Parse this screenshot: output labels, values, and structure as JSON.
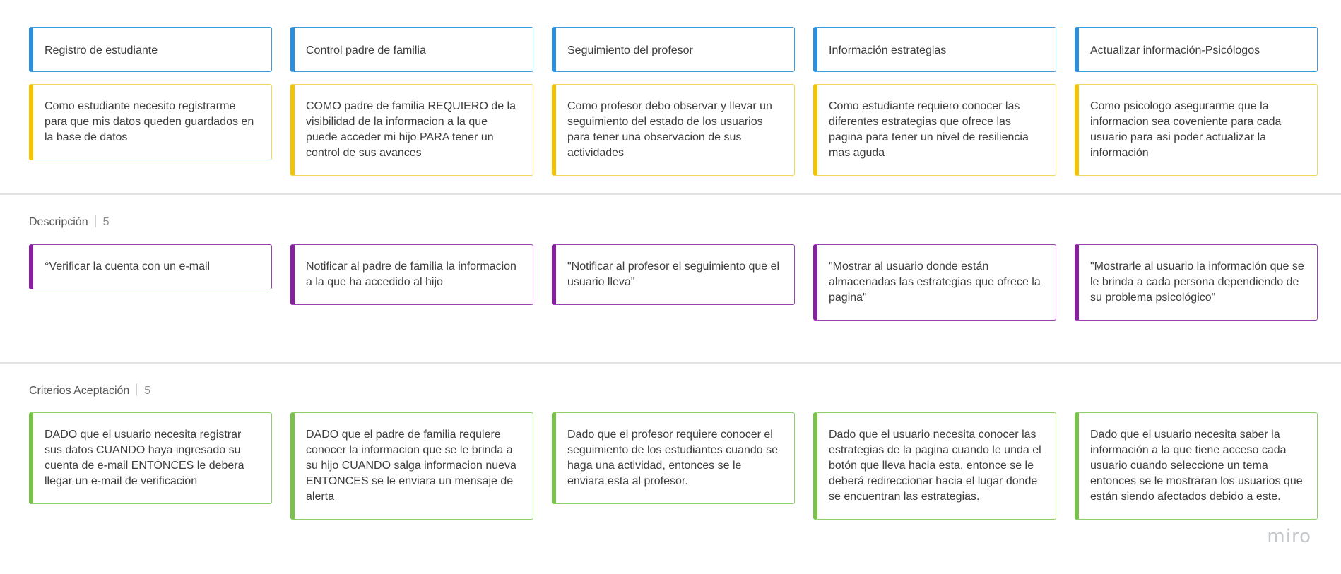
{
  "headers": [
    "Registro de estudiante",
    "Control padre de familia",
    "Seguimiento del profesor",
    "Información estrategias",
    "Actualizar información-Psicólogos"
  ],
  "stories": [
    "Como estudiante necesito registrarme para que mis datos queden guardados en la base de datos",
    "COMO padre de familia REQUIERO de la visibilidad de la informacion a la que puede acceder mi hijo PARA tener un control de sus avances",
    "Como profesor debo observar y llevar un seguimiento del estado de los usuarios para tener una observacion de sus actividades",
    "Como estudiante requiero conocer las diferentes estrategias que ofrece las pagina para tener un nivel de resiliencia mas aguda",
    "Como psicologo asegurarme que la informacion sea coveniente para cada usuario para asi poder actualizar la información"
  ],
  "description": {
    "label": "Descripción",
    "count": "5",
    "items": [
      "°Verificar la cuenta con un e-mail",
      "Notificar al padre de familia la informacion a la que ha accedido al hijo",
      "\"Notificar al profesor el seguimiento que el usuario lleva\"",
      "\"Mostrar al usuario donde están almacenadas las estrategias que ofrece la pagina\"",
      "\"Mostrarle al usuario la información que se le brinda a cada persona dependiendo de su problema psicológico\""
    ]
  },
  "criteria": {
    "label": "Criterios Aceptación",
    "count": "5",
    "items": [
      "DADO que el usuario necesita registrar sus datos CUANDO haya ingresado su cuenta de e-mail ENTONCES le debera llegar un e-mail de verificacion",
      "DADO que el padre de familia requiere conocer la informacion que se le brinda a su hijo CUANDO salga informacion nueva ENTONCES se le enviara un mensaje de alerta",
      "Dado que el profesor requiere conocer el seguimiento de los estudiantes cuando se haga una actividad, entonces se le enviara esta al profesor.",
      "Dado que el usuario necesita conocer las estrategias de la pagina cuando le unda el botón que lleva hacia esta, entonce se le deberá redireccionar hacia el lugar donde se encuentran las estrategias.",
      "Dado que el usuario necesita saber la información a la que tiene acceso cada usuario cuando seleccione un tema entonces se le mostraran los usuarios que están siendo afectados debido a este."
    ]
  },
  "logo": "miro",
  "colors": {
    "header": "#2a8fdc",
    "story": "#f5c400",
    "description": "#8a1fa6",
    "criteria": "#78c247"
  }
}
